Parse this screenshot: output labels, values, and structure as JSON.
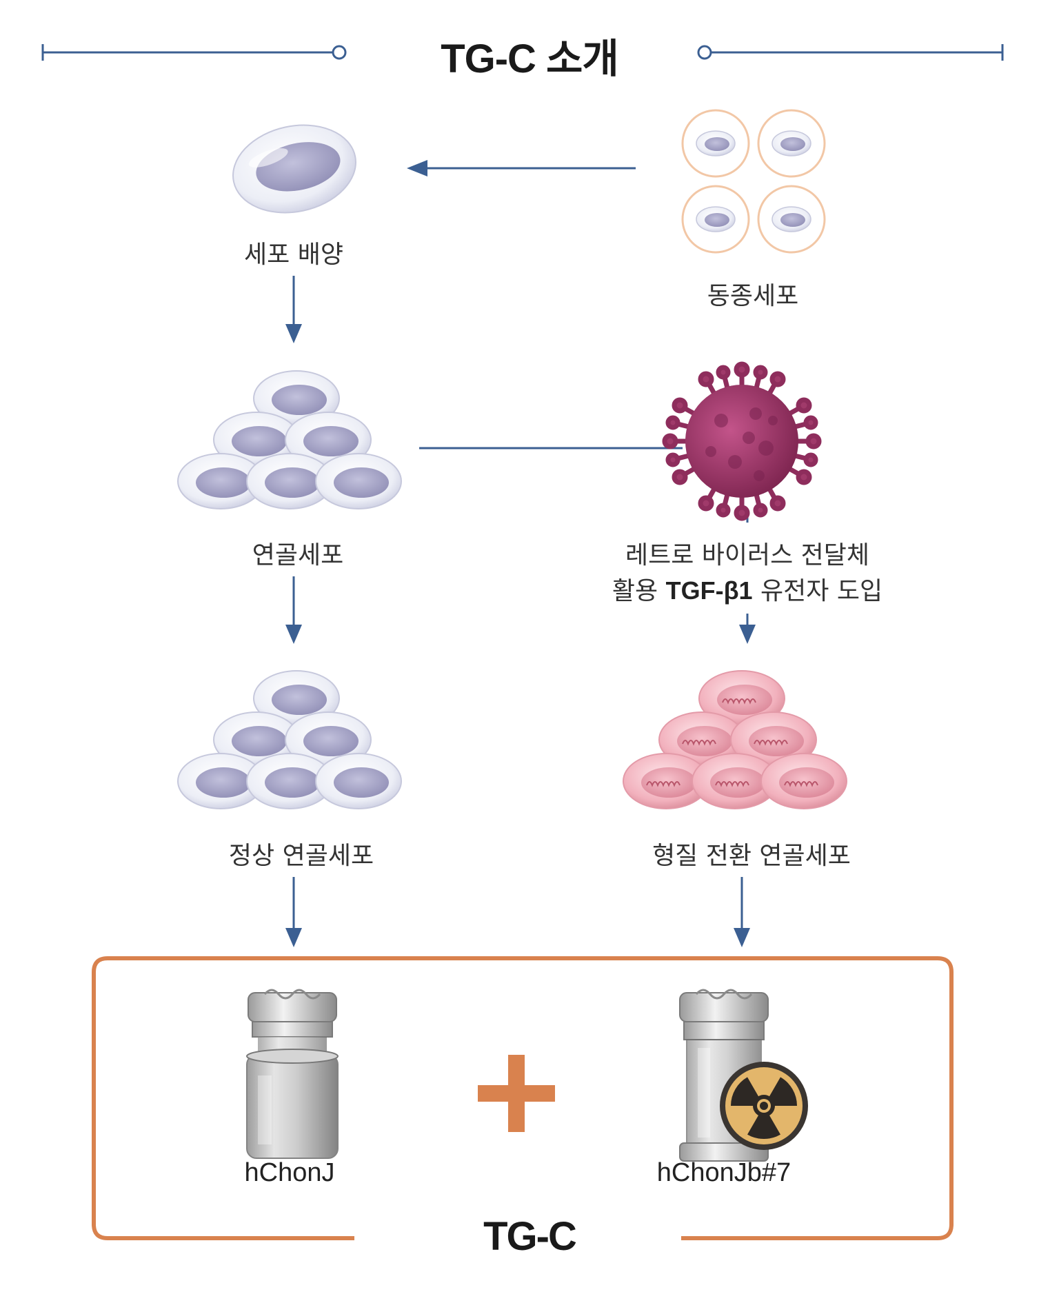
{
  "title": "TG-C 소개",
  "nodes": {
    "cell_culture": "세포 배양",
    "allogeneic_cells": "동종세포",
    "chondrocytes": "연골세포",
    "retrovirus_line1": "레트로 바이러스 전달체",
    "retrovirus_line2_prefix": "활용 ",
    "retrovirus_line2_gene": "TGF-β1",
    "retrovirus_line2_suffix": " 유전자 도입",
    "normal_chondrocytes": "정상 연골세포",
    "transformed_chondrocytes": "형질 전환 연골세포"
  },
  "product": {
    "vial_left": "hChonJ",
    "vial_right": "hChonJb#7",
    "name": "TG-C"
  },
  "colors": {
    "line": "#3b5f92",
    "box": "#d9824e",
    "plus": "#d9824e",
    "cell_white": "#e8e9f3",
    "cell_nucleus": "#a7a5c6",
    "cell_pink": "#f0a8b4",
    "virus": "#a03a6a",
    "allogeneic_ring": "#f2c7a6",
    "radiation_fill": "#e3b66b"
  },
  "icons": {
    "single_cell": "single-cell-icon",
    "cell_cluster": "cell-cluster-icon",
    "virus": "virus-icon",
    "vial": "vial-icon",
    "radiation": "radiation-icon"
  }
}
